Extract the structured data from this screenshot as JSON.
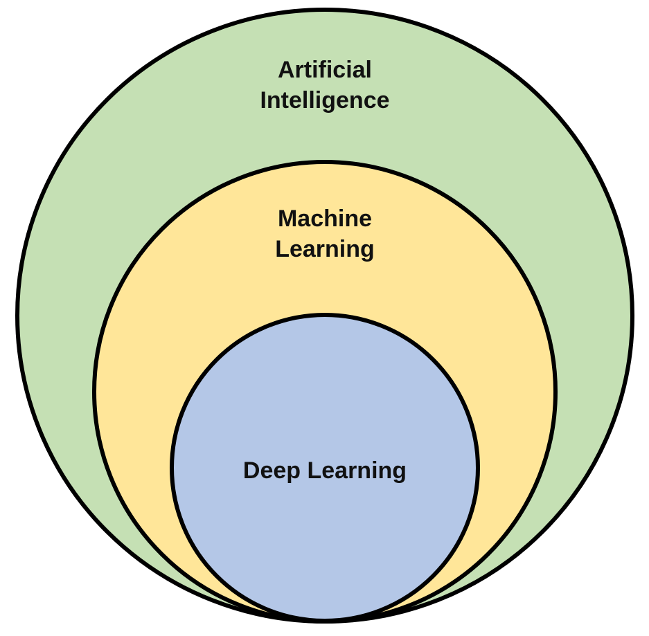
{
  "diagram": {
    "circles": [
      {
        "id": "ai",
        "label_lines": [
          "Artificial",
          "Intelligence"
        ],
        "fill": "#c5e0b4"
      },
      {
        "id": "ml",
        "label_lines": [
          "Machine",
          "Learning"
        ],
        "fill": "#ffe699"
      },
      {
        "id": "dl",
        "label_lines": [
          "Deep Learning"
        ],
        "fill": "#b4c7e7"
      }
    ],
    "stroke_color": "#000000"
  }
}
